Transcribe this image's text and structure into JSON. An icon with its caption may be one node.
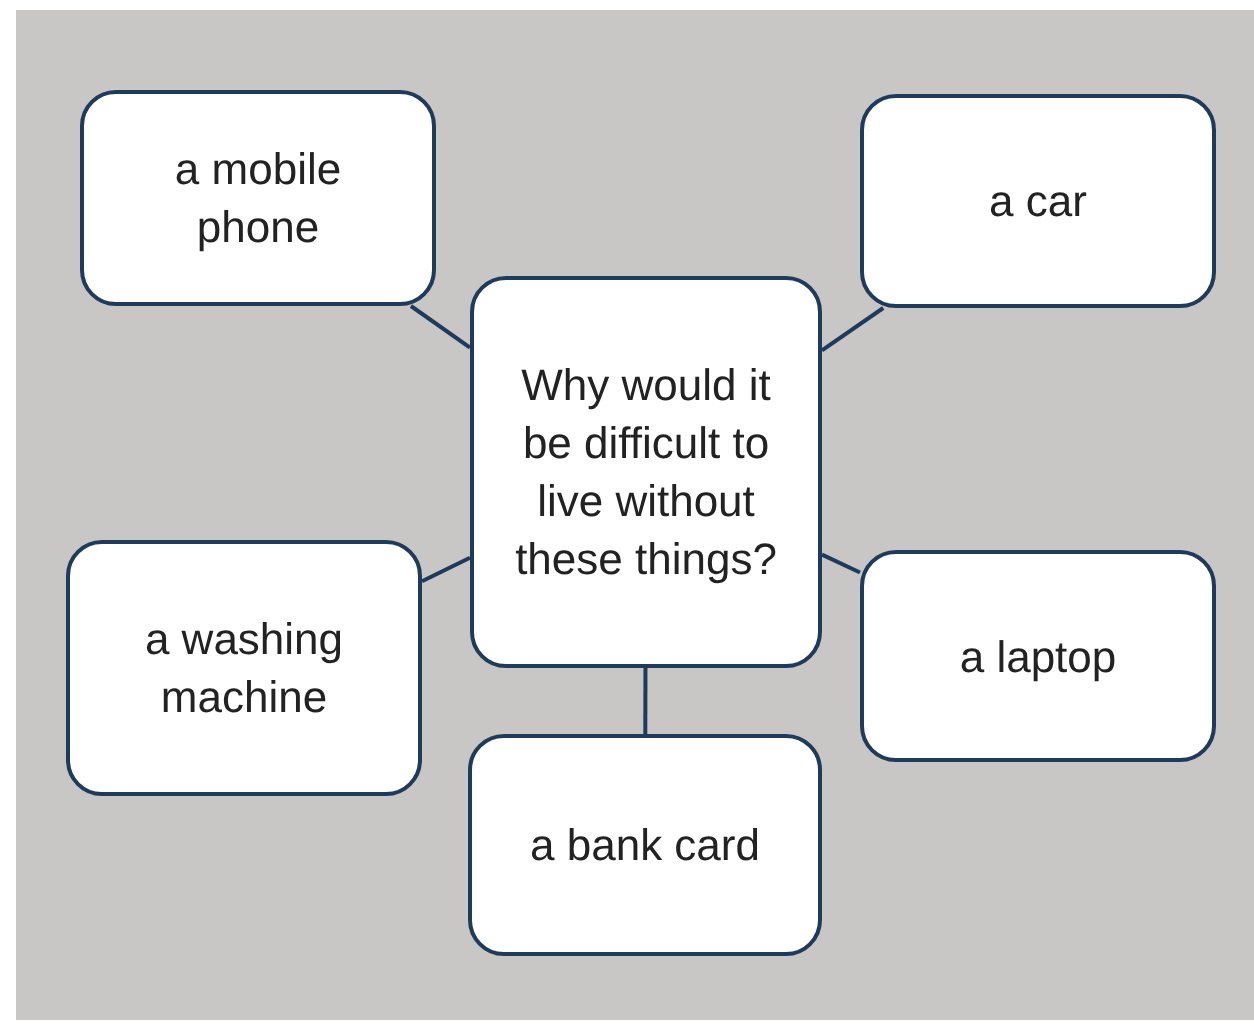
{
  "diagram": {
    "nodes": [
      {
        "text": [
          "Why would it be difficult to live without these things?"
        ]
      },
      {
        "text": [
          "a mobile phone"
        ]
      },
      {
        "text": [
          "a car"
        ]
      },
      {
        "text": [
          "a washing machine"
        ]
      },
      {
        "text": [
          "a laptop"
        ]
      },
      {
        "text": [
          "a bank card"
        ]
      }
    ],
    "edges": [
      {
        "from": 0,
        "to": 1,
        "arrow": "none"
      },
      {
        "from": 0,
        "to": 2,
        "arrow": "none"
      },
      {
        "from": 0,
        "to": 3,
        "arrow": "none"
      },
      {
        "from": 0,
        "to": 4,
        "arrow": "none"
      },
      {
        "from": 0,
        "to": 5,
        "arrow": "none"
      }
    ]
  }
}
